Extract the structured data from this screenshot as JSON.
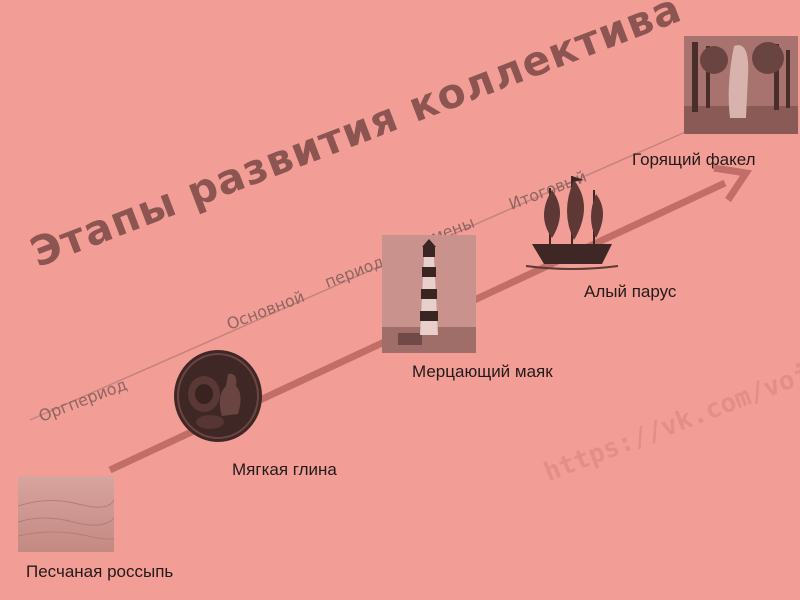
{
  "title": "Этапы развития коллектива",
  "periods": {
    "orgperiod": "Оргпериод",
    "main_period_1": "Основной",
    "main_period_2": "период",
    "change": "смены",
    "final": "Итоговый"
  },
  "stages": [
    {
      "label": "Песчаная россыпь",
      "icon": "sand-icon"
    },
    {
      "label": "Мягкая глина",
      "icon": "clay-pottery-icon"
    },
    {
      "label": "Мерцающий маяк",
      "icon": "lighthouse-icon"
    },
    {
      "label": "Алый парус",
      "icon": "sailboat-icon"
    },
    {
      "label": "Горящий факел",
      "icon": "torch-forest-icon"
    }
  ],
  "watermark": "https://vk.com/vojatnik",
  "colors": {
    "background": "#f29e96",
    "arrow": "#c06e67",
    "title": "#8d5551",
    "label": "#241a1a"
  }
}
